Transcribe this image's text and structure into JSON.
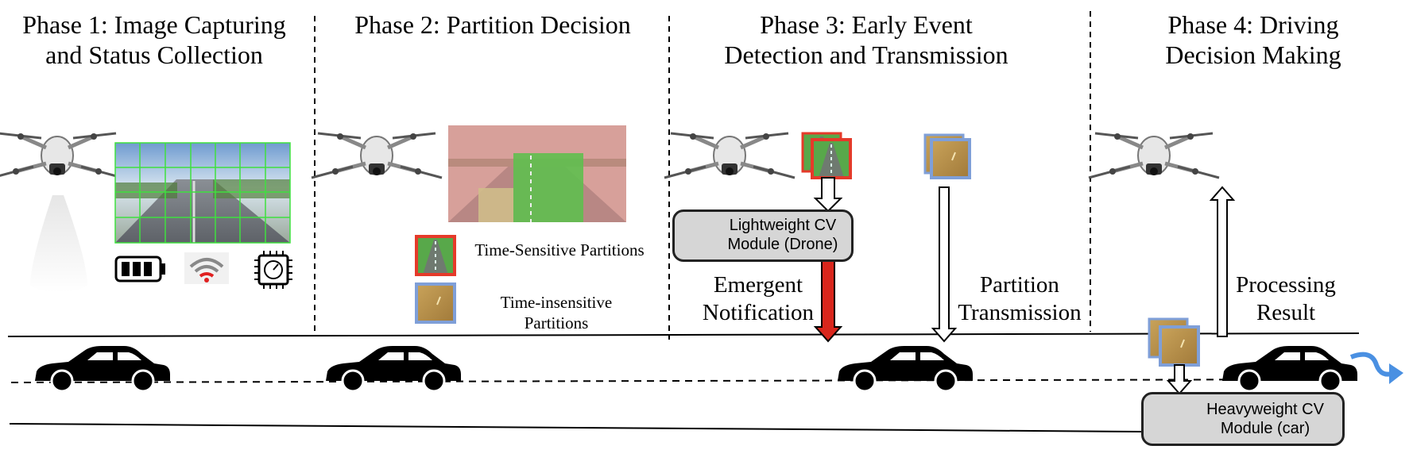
{
  "phases": [
    {
      "line1": "Phase 1: Image Capturing",
      "line2": "and Status Collection"
    },
    {
      "line1": "Phase 2: Partition Decision",
      "line2": ""
    },
    {
      "line1": "Phase 3: Early Event",
      "line2": "Detection and Transmission"
    },
    {
      "line1": "Phase 4: Driving",
      "line2": "Decision Making"
    }
  ],
  "legend": {
    "sensitive": "Time-Sensitive Partitions",
    "insensitive_line1": "Time-insensitive",
    "insensitive_line2": "Partitions"
  },
  "modules": {
    "light_line1": "Lightweight CV",
    "light_line2": "Module (Drone)",
    "heavy_line1": "Heavyweight CV",
    "heavy_line2": "Module (car)"
  },
  "labels": {
    "emergent_line1": "Emergent",
    "emergent_line2": "Notification",
    "partition_line1": "Partition",
    "partition_line2": "Transmission",
    "processing_line1": "Processing",
    "processing_line2": "Result"
  },
  "colors": {
    "sensitive_border": "#e53a2a",
    "insensitive_border": "#7f9fd8",
    "emergent_arrow": "#d9261c",
    "flow_arrow": "#4a90e2",
    "module_fill": "#d6d6d6"
  }
}
